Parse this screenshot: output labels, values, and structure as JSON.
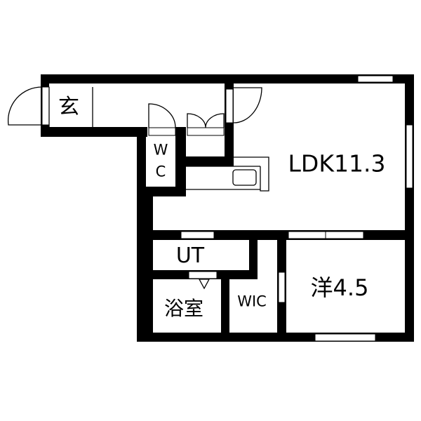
{
  "colors": {
    "wall": "#000000",
    "background": "#ffffff"
  },
  "rooms": {
    "entrance": "玄",
    "wc_line1": "W",
    "wc_line2": "C",
    "ldk": "LDK11.3",
    "utility": "UT",
    "bathroom": "浴室",
    "walk_in_closet": "WIC",
    "western_room": "洋4.5"
  }
}
